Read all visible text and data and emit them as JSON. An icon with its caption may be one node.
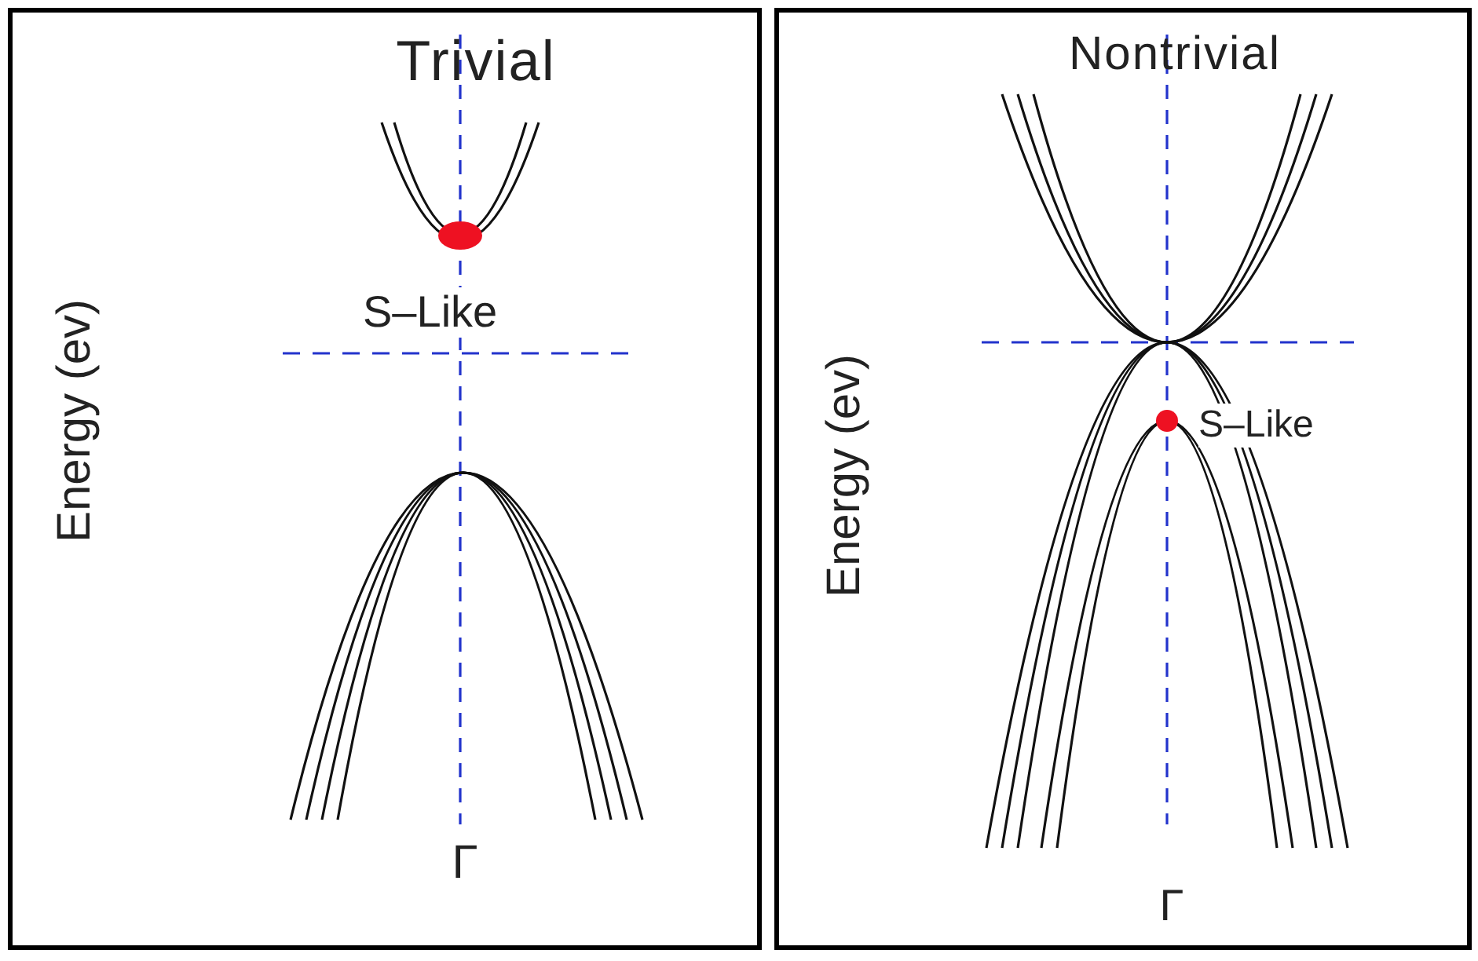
{
  "diagram": {
    "nodes": [
      {
        "text": [
          "Trivial"
        ]
      },
      {
        "text": [
          "Nontrivial"
        ]
      }
    ],
    "labels": [
      "Energy (ev)",
      "S–Like",
      "Γ",
      "Energy (ev)",
      "S–Like",
      "Γ"
    ]
  }
}
